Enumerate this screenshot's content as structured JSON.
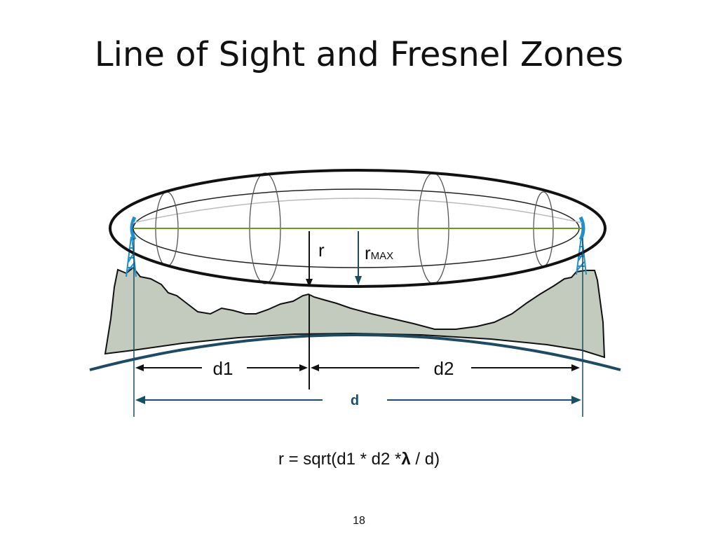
{
  "slide": {
    "title": "Line of Sight and Fresnel Zones",
    "page_number": "18"
  },
  "diagram": {
    "labels": {
      "r": "r",
      "r_max_base": "r",
      "r_max_sub": "MAX",
      "d1": "d1",
      "d2": "d2",
      "d": "d"
    },
    "colors": {
      "terrain_fill": "#c3cbbf",
      "earth_curve": "#1f4a63",
      "line_of_sight": "#6a9a1f",
      "antenna": "#1e8fc9",
      "dimension": "#174f67"
    }
  },
  "formula": {
    "prefix": "r = sqrt(d1 * d2 *",
    "lambda": "λ",
    "suffix": " /  d)"
  }
}
